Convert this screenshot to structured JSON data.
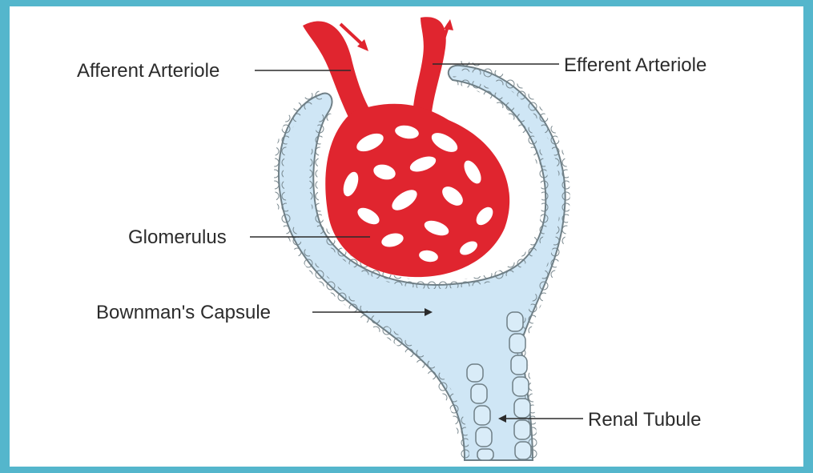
{
  "diagram": {
    "labels": {
      "afferent": "Afferent Arteriole",
      "efferent": "Efferent Arteriole",
      "glomerulus": "Glomerulus",
      "capsule": "Bownman's Capsule",
      "tubule": "Renal Tubule"
    },
    "colors": {
      "background_border": "#54b6cc",
      "capsule_fill": "#cfe6f5",
      "capsule_outline": "#6f7f86",
      "vessel_red": "#e0252f",
      "text": "#2b2b2b"
    }
  }
}
